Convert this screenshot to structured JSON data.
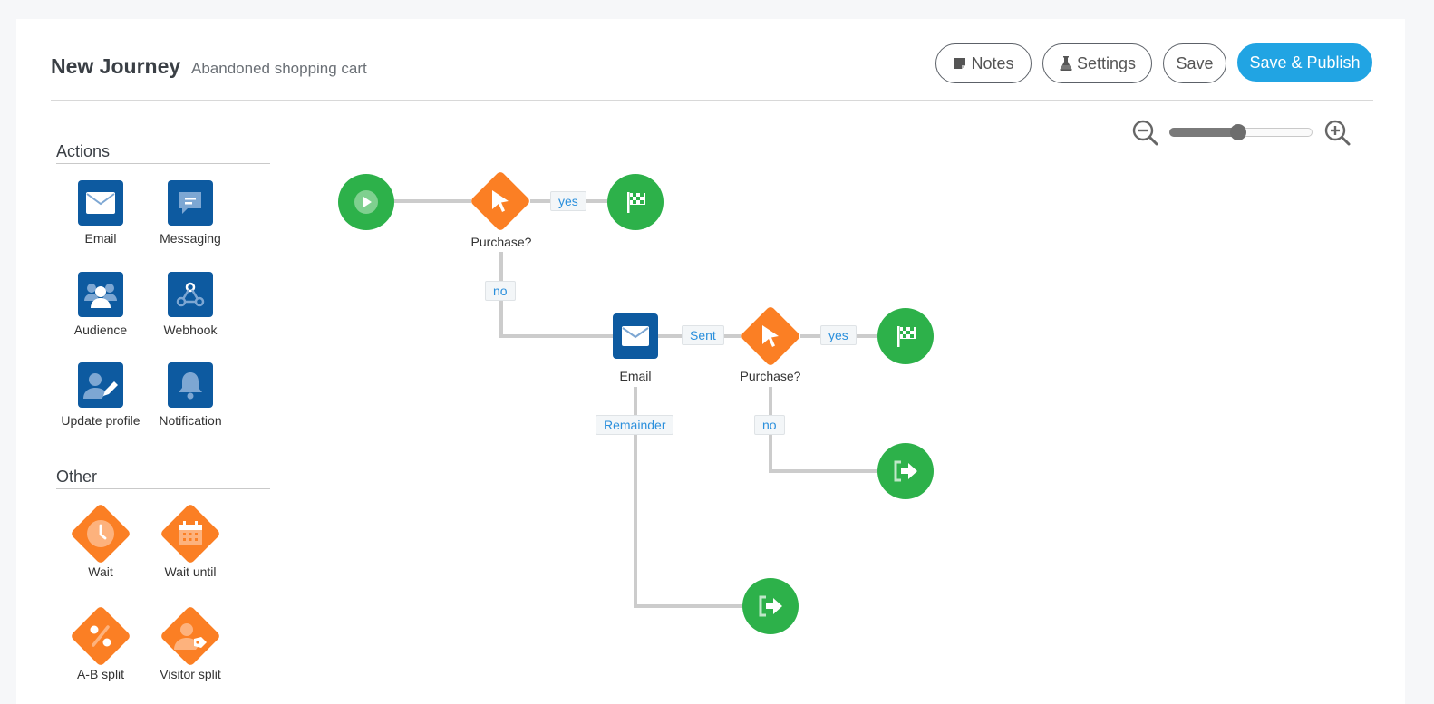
{
  "header": {
    "title": "New Journey",
    "subtitle": "Abandoned shopping cart",
    "buttons": {
      "notes": "Notes",
      "settings": "Settings",
      "save": "Save",
      "publish": "Save & Publish"
    }
  },
  "zoom": {
    "level": 0.48
  },
  "sidebar": {
    "actions_title": "Actions",
    "actions": [
      {
        "label": "Email",
        "icon": "envelope-icon"
      },
      {
        "label": "Messaging",
        "icon": "chat-bubble-icon"
      },
      {
        "label": "Audience",
        "icon": "users-icon"
      },
      {
        "label": "Webhook",
        "icon": "webhook-icon"
      },
      {
        "label": "Update profile",
        "icon": "user-edit-icon"
      },
      {
        "label": "Notification",
        "icon": "bell-icon"
      }
    ],
    "other_title": "Other",
    "other": [
      {
        "label": "Wait",
        "icon": "clock-icon"
      },
      {
        "label": "Wait until",
        "icon": "calendar-icon"
      },
      {
        "label": "A-B split",
        "icon": "percent-icon"
      },
      {
        "label": "Visitor split",
        "icon": "user-tag-icon"
      }
    ]
  },
  "flow": {
    "purchase1_label": "Purchase?",
    "email_label": "Email",
    "purchase2_label": "Purchase?",
    "edges": {
      "yes1": "yes",
      "no1": "no",
      "sent": "Sent",
      "yes2": "yes",
      "no2": "no",
      "remainder": "Remainder"
    }
  },
  "colors": {
    "accent": "#21a4e3",
    "action_blue": "#0d5aa0",
    "other_orange": "#fb7f24",
    "node_green": "#2db14a",
    "edge_gray": "#cccccc",
    "edge_label": "#2a8fdc"
  }
}
